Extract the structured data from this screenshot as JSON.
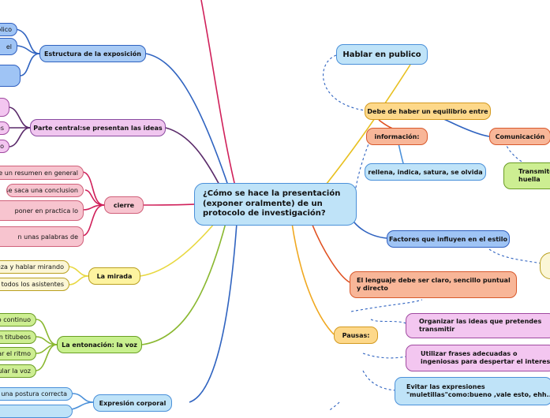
{
  "center": {
    "label": "¿Cómo se hace la presentación (exponer oralmente) de un protocolo de investigación?"
  },
  "left": {
    "estructura": {
      "label": "Estructura de la exposición",
      "children": [
        "ublico",
        "el",
        ""
      ]
    },
    "parte_central": {
      "label": "Parte central:se presentan las ideas",
      "children": [
        "",
        "es",
        "co"
      ]
    },
    "cierre": {
      "label": "cierre",
      "children": [
        "hace un resumen en general",
        "se saca una conclusion",
        "poner en practica lo",
        "n unas palabras de"
      ]
    },
    "mirada": {
      "label": "La mirada",
      "children": [
        "eza  y hablar mirando",
        "n todos los asistentes"
      ]
    },
    "entonacion": {
      "label": "La entonación: la voz",
      "children": [
        "o continuo",
        "in titubeos",
        "iar el ritmo",
        "dular la voz"
      ]
    },
    "expresion": {
      "label": "Expresión corporal",
      "children": [
        "n una postura correcta",
        ""
      ]
    }
  },
  "right": {
    "hablar": {
      "label": "Hablar en publico"
    },
    "equilibrio": {
      "label": "Debe de haber un equilibrio entre"
    },
    "informacion": {
      "label": "información:"
    },
    "rellena": {
      "label": "rellena, indica, satura, se olvida"
    },
    "comunicacion": {
      "label": "Comunicación"
    },
    "transmite": {
      "label": "Transmite huella"
    },
    "factores": {
      "label": "Factores que influyen en el estilo"
    },
    "lenguaje": {
      "label": "El lenguaje debe ser claro, sencillo puntual y directo"
    },
    "pausas": {
      "label": "Pausas:"
    },
    "organizar": {
      "label": "Organizar las ideas que pretendes transmitir"
    },
    "frases": {
      "label": "Utilizar frases adecuadas o ingeniosas para despertar el interes"
    },
    "evitar": {
      "label": "Evitar las expresiones \"muletillas\"como:bueno ,vale esto, ehh.."
    }
  },
  "colors": {
    "blue": "#2f63c0",
    "purple": "#5a2a6a",
    "pink": "#d0205a",
    "yellow": "#e8d840",
    "green": "#8ab830",
    "orange": "#e05020",
    "gold": "#f0a820",
    "lightblue": "#4a90d9"
  }
}
